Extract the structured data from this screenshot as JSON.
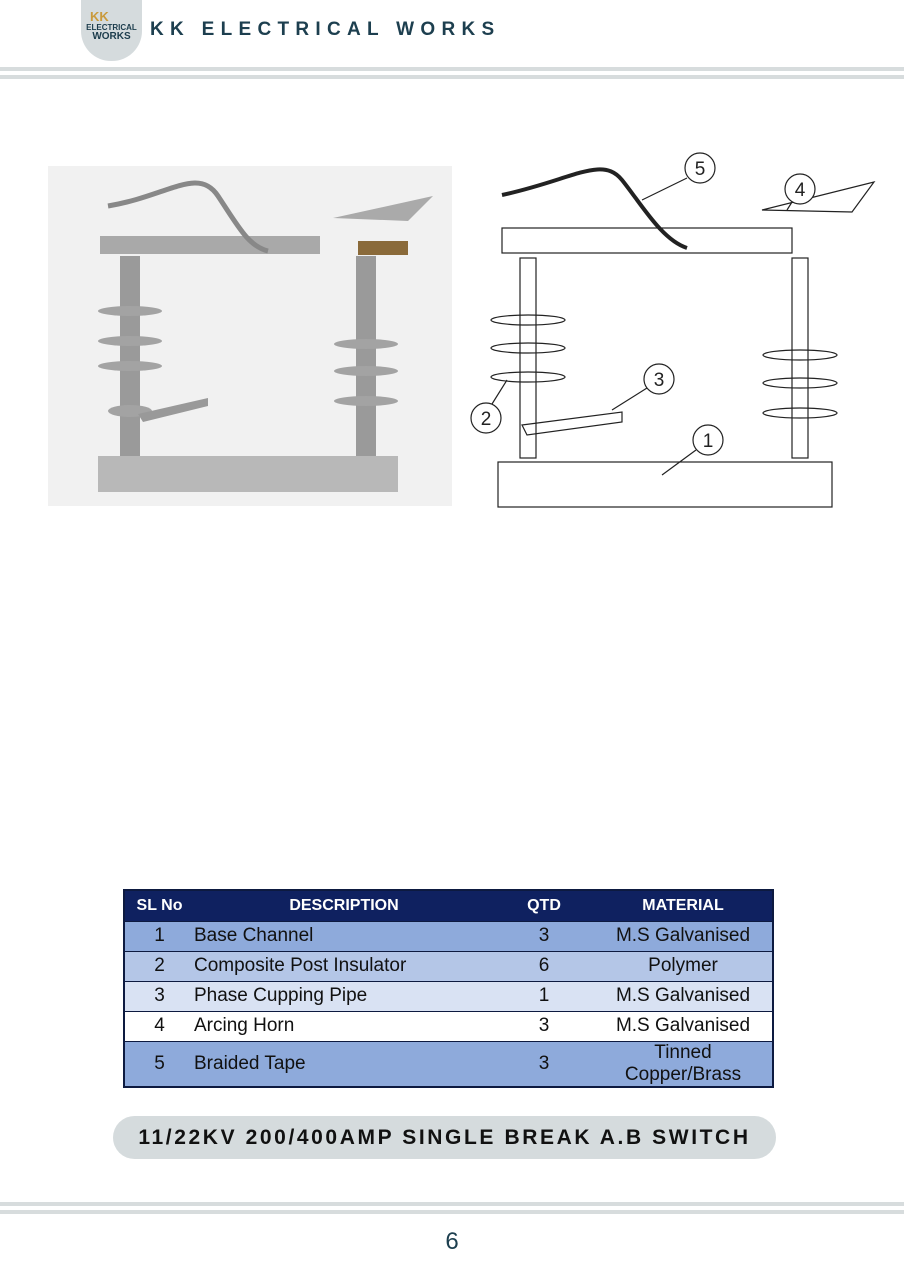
{
  "header": {
    "logo": {
      "line1": "KK",
      "line2": "ELECTRICAL",
      "line3": "WORKS"
    },
    "company_name": "KK ELECTRICAL WORKS"
  },
  "drawing": {
    "callouts": [
      "1",
      "2",
      "3",
      "4",
      "5"
    ]
  },
  "table": {
    "headers": [
      "SL No",
      "DESCRIPTION",
      "QTD",
      "MATERIAL"
    ],
    "rows": [
      [
        "1",
        "Base Channel",
        "3",
        "M.S Galvanised"
      ],
      [
        "2",
        "Composite Post Insulator",
        "6",
        "Polymer"
      ],
      [
        "3",
        "Phase Cupping Pipe",
        "1",
        "M.S Galvanised"
      ],
      [
        "4",
        "Arcing Horn",
        "3",
        "M.S Galvanised"
      ],
      [
        "5",
        "Braided Tape",
        "3",
        "Tinned Copper/Brass"
      ]
    ]
  },
  "product_title": "11/22KV 200/400AMP SINGLE BREAK A.B SWITCH",
  "page_number": "6"
}
